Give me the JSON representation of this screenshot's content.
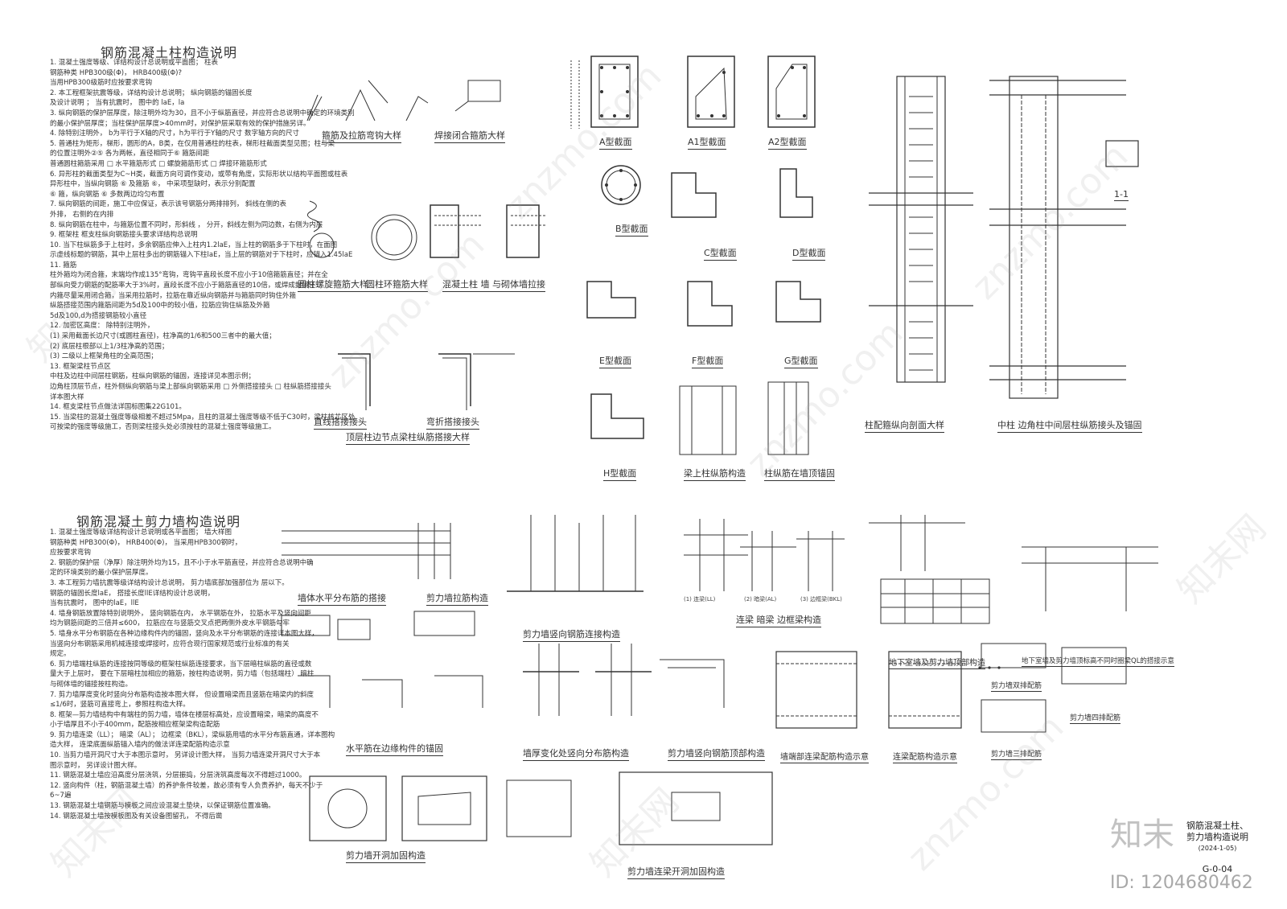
{
  "left_top": {
    "title": "钢筋混凝土柱构造说明",
    "notes": [
      "1.  混凝土强度等级、详结构设计总说明或平面图；  柱表",
      "    钢筋种类  HPB300级(Φ)， HRB400级(Φ)?",
      "    当用HPB300级筋时应按要求弯钩",
      "2.  本工程框架抗震等级，详结构设计总说明；  纵向钢筋的锚固长度",
      "    及设计说明 ；  当有抗震时，  图中的 laE，la",
      "3.  纵向钢筋的保护层厚度，除注明外均为30，且不小于纵筋直径，并应符合总说明中确定的环境类别",
      "    的最小保护层厚度；当柱保护层厚度>40mm时，对保护层采取有效的保护措施另详。",
      "4.  除特别注明外，  b为平行于X轴的尺寸，h为平行于Y轴的尺寸     数字轴方向的尺寸",
      "5.  普通柱为矩形，梯形，圆形的A，B类，在仅用普通柱的柱表，梯形柱截面类型见图；柱与梁",
      "    的位置注明外②⑤  各为两帐，直径相同于⑥     箍筋间距",
      "    普通圆柱箍筋采用    □ 水平箍筋形式    □ 螺旋箍筋形式    □ 焊接环箍筋形式",
      "6.  异形柱的截面类型为C~H类，截面方向可调作变动，或带有角度，实际形状以结构平面图或柱表",
      "    异形柱中，当纵向钢筋  ⑥  及箍筋  ⑥，   中采项型缺时，表示分别配置",
      "    ⑥  箍，纵向钢筋  ⑥  多数两边均匀布置",
      "7.  纵向钢筋的间距，施工中应保证，表示该号钢筋分两排排列，  斜线在侧的表",
      "    外排，  右侧的在内排",
      "8.  纵向钢筋在柱中，与箍筋位置不同时，形斜线  ，  分开，斜线左侧为同边数，右侧为内层",
      "9.  框架柱    框支柱纵向钢筋接头要求详结构总说明",
      "10.  当下柱纵筋多于上柱时，多余钢筋应伸入上柱内1.2laE，当上柱的钢筋多于下柱时，在面图",
      "    示虚线标题的钢筋，其中上层柱多出的钢筋锚入下柱laE，当上层的钢筋对于下柱时，应锚入1.45laE",
      "11.  箍筋",
      "    柱外箍均为闭合箍，末端均作成135°弯钩，弯钩平直段长度不应小于10倍箍筋直径；并在全",
      "    部纵向受力钢筋的配筋率大于3%时，直段长度不应小于箍筋直径的10倍，或焊成封闭环",
      "    内箍尽量采用闭合箍，当采用拉筋时，拉筋在靠近纵向钢筋并与箍筋同时钩住外箍",
      "    纵筋搭接范围内箍筋间距为5d及100中的较小值，拉筋应钩住纵筋及外箍",
      "    5d及100,d为搭接钢筋较小直径",
      "12.  加密区高度：  除特别注明外，",
      "    (1)  采用截面长边尺寸(或圆柱直径)，柱净高的1/6和500三者中的最大值；",
      "    (2)  底层柱根部以上1/3柱净高的范围；",
      "    (3)  二级以上框架角柱的全高范围；",
      "13.  框架梁柱节点区",
      "    中柱及边柱中间层柱钢筋，柱纵向钢筋的锚固，连接详见本图示例；",
      "    边角柱顶层节点，柱外侧纵向钢筋与梁上部纵向钢筋采用  □  外侧搭接接头  □  柱纵筋搭接接头",
      "    详本图大样",
      "14.  框支梁柱节点做法详国标图集22G101。",
      "15.  当梁柱的混凝土强度等级相差不超过5Mpa，且柱的混凝土强度等级不低于C30时，梁柱核芯区处",
      "    可按梁的强度等级施工，否则梁柱接头处必须按柱的混凝土强度等级施工。"
    ]
  },
  "left_bottom": {
    "title": "钢筋混凝土剪力墙构造说明",
    "notes": [
      "1.  混凝土强度等级详结构设计总说明或各平面图；  墙大样图",
      "    钢筋种类  HPB300(Φ)， HRB400(Φ)， 当采用HPB300钢时，",
      "    应按要求弯钩",
      "2.  钢筋的保护层（净厚）除注明外均为15，且不小于水平筋直径，并应符合总说明中确",
      "    定的环境类别的最小保护层厚度。",
      "3.  本工程剪力墙抗震等级详结构设计总说明，  剪力墙底部加强部位为        层以下。",
      "    钢筋的锚固长度laE，  搭接长度llE详结构设计总说明，",
      "    当有抗震时，  图中的laE，llE",
      "4.  墙身钢筋放置除特别说明外，  竖向钢筋在内，  水平钢筋在外，  拉筋水平及竖向间距",
      "    均为钢筋间距的三倍并≤600，  拉筋应在与竖筋交叉点把两侧外皮水平钢筋勾牢",
      "5.  墙身水平分布钢筋在各种边缘构件内的锚固，竖向及水平分布钢筋的连接详本图大样，",
      "    当竖向分布钢筋采用机械连接或焊接时，应符合现行国家规范或行业标准的有关",
      "    规定。",
      "6.  剪力墙端柱纵筋的连接按同等级的框架柱纵筋连接要求，当下层暗柱纵筋的直径或数",
      "    量大于上层时，  要在下层暗柱加相应的箍筋，按柱构造说明，剪力墙（包括端柱）  暗柱",
      "    与砌体墙的锚接按柱构造。",
      "7.  剪力墙厚度变化时竖向分布筋构造按本图大样， 但设置暗梁而且竖筋在暗梁内的斜度",
      "    ≤1/6时，竖筋可直接弯上，参照柱构造大样。",
      "8.  框架—剪力墙结构中有端柱的剪力墙，墙体在楼层标高处，应设置暗梁，暗梁的高度不",
      "    小于墙厚且不小于400mm，配筋按相应框架梁构造配筋",
      "9.  剪力墙连梁（LL）；  暗梁（AL）；  边框梁（BKL），梁纵筋用墙的水平分布筋直通，详本图构",
      "    造大样， 连梁底面纵筋锚入墙内的做法详连梁配筋构造示意",
      "10.  当剪力墙开洞尺寸大于本图示意时，  另详设计图大样，  当剪力墙连梁开洞尺寸大于本",
      "    图示意时，  另详设计图大样。",
      "11.  钢筋混凝土墙应沿高度分层浇筑，分层振捣，分层浇筑高度每次不得超过1000。",
      "12.  竖向构件（柱，钢筋混凝土墙）的养护条件较差，故必须有专人负责养护，每天不少于",
      "    6~7遍",
      "13.  钢筋混凝土墙钢筋与模板之间应设混凝土垫块，以保证钢筋位置准确。",
      "14.  钢筋混凝土墙按模板图及有关设备图留孔，  不得后凿"
    ]
  },
  "captions": {
    "stirrup_hook": "箍筋及拉筋弯钩大样",
    "weld_hoop": "焊接闭合箍筋大样",
    "round_spiral": "圆柱螺旋箍筋大样",
    "round_ring": "圆柱环箍筋大样",
    "wall_tie": "混凝土柱 墙 与砌体墙拉接",
    "straight_lap": "直线搭接接头",
    "bend_lap": "弯折搭接接头",
    "top_joint": "顶层柱边节点梁柱纵筋搭接大样",
    "type_a": "A型截面",
    "type_a1": "A1型截面",
    "type_a2": "A2型截面",
    "type_b": "B型截面",
    "type_c": "C型截面",
    "type_d": "D型截面",
    "type_e": "E型截面",
    "type_f": "F型截面",
    "type_g": "G型截面",
    "type_h": "H型截面",
    "beam_col": "梁上柱纵筋构造",
    "wall_top": "柱纵筋在墙顶锚固",
    "col_section": "柱配箍纵向剖面大样",
    "mid_col": "中柱 边角柱中间层柱纵筋接头及锚固",
    "section_11": "1-1",
    "wall_h_lap": "墙体水平分布筋的搭接",
    "wall_tie_rebar": "剪力墙拉筋构造",
    "wall_v_conn": "剪力墙竖向钢筋连接构造",
    "wall_edge": "水平筋在边缘构件的锚固",
    "wall_thick": "墙厚变化处竖向分布筋构造",
    "wall_v_top": "剪力墙竖向钢筋顶部构造",
    "ll_al": "连梁 暗梁 边框梁构造",
    "basement_wall": "地下室墙及剪力墙顶部构造",
    "ql_detail": "地下室墙及剪力墙顶标高不同时圈梁QL的搭接示意",
    "lintel_hole": "墙端部连梁配筋构造示意",
    "lintel_cfg": "连梁配筋构造示意",
    "double_row": "剪力墙双排配筋",
    "three_row": "剪力墙三排配筋",
    "four_row": "剪力墙四排配筋",
    "hole_reinf": "剪力墙开洞加固构造",
    "ll_hole": "剪力墙连梁开洞加固构造",
    "ll_types": [
      "(1)  连梁(LL)",
      "(2)  暗梁(AL)",
      "(3)  边框梁(BKL)"
    ]
  },
  "title_block": {
    "title_line1": "钢筋混凝土柱、",
    "title_line2": "剪力墙构造说明",
    "title_line3": "(2024-1-05)",
    "drawing_no": "G-0-04"
  },
  "watermark": {
    "brand": "znzmo.com",
    "brand_cn": "知末网",
    "logo": "知末",
    "id": "ID: 1204680462"
  }
}
